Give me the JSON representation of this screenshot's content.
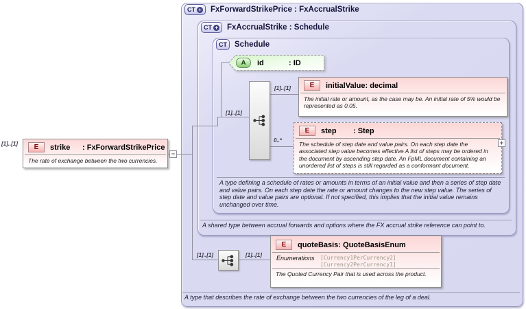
{
  "badges": {
    "ct": "CT",
    "e": "E",
    "a": "A"
  },
  "icons": {
    "plus": "+",
    "minus": "−"
  },
  "colors": {
    "container_fill": "#dadaf2",
    "element_fill": "#fcd7d7",
    "attribute_fill": "#d4f6c6",
    "line": "#8f8f9f"
  },
  "root": {
    "title": "FxForwardStrikePrice : FxAccrualStrike",
    "description": "A type that describes the rate of exchange between the two currencies of the leg of a deal."
  },
  "accrual": {
    "title": "FxAccrualStrike : Schedule",
    "description": "A shared type between accrual forwards and options where the FX accrual strike reference can point to."
  },
  "schedule": {
    "title": "Schedule",
    "sequence_cardinality": "[1]..[1]",
    "description": "A type defining a schedule of rates or amounts in terms of an initial value and then a series of step date and value pairs. On each step date the rate or amount changes to the new step value. The series of step date and value pairs are optional. If not specified, this implies that the initial value remains unchanged over time."
  },
  "strike": {
    "name": "strike",
    "type": ": FxForwardStrikePrice",
    "cardinality": "[1]..[1]",
    "description": "The rate of exchange between the two currencies."
  },
  "id_attr": {
    "name": "id",
    "type": ": ID"
  },
  "initial_value": {
    "name": "initialValue",
    "type": ": decimal",
    "cardinality": "[1]..[1]",
    "description": "The initial rate or amount, as the case may be. An initial rate of 5% would be represented as 0.05."
  },
  "step": {
    "name": "step",
    "type": ": Step",
    "cardinality": "0..*",
    "description": "The schedule of step date and value pairs. On each step date the associated step value becomes effective A list of steps may be ordered in the document by ascending step date. An FpML document containing an unordered list of steps is still regarded as a conformant document."
  },
  "quote_basis": {
    "name": "quoteBasis",
    "type": ": QuoteBasisEnum",
    "cardinality_left": "[1]..[1]",
    "cardinality_right": "[1]..[1]",
    "enumerations_label": "Enumerations",
    "enum_values": [
      "[Currency1PerCurrency2]",
      "[Currency2PerCurrency1]"
    ],
    "description": "The Quoted Currency Pair that is used across the product."
  }
}
